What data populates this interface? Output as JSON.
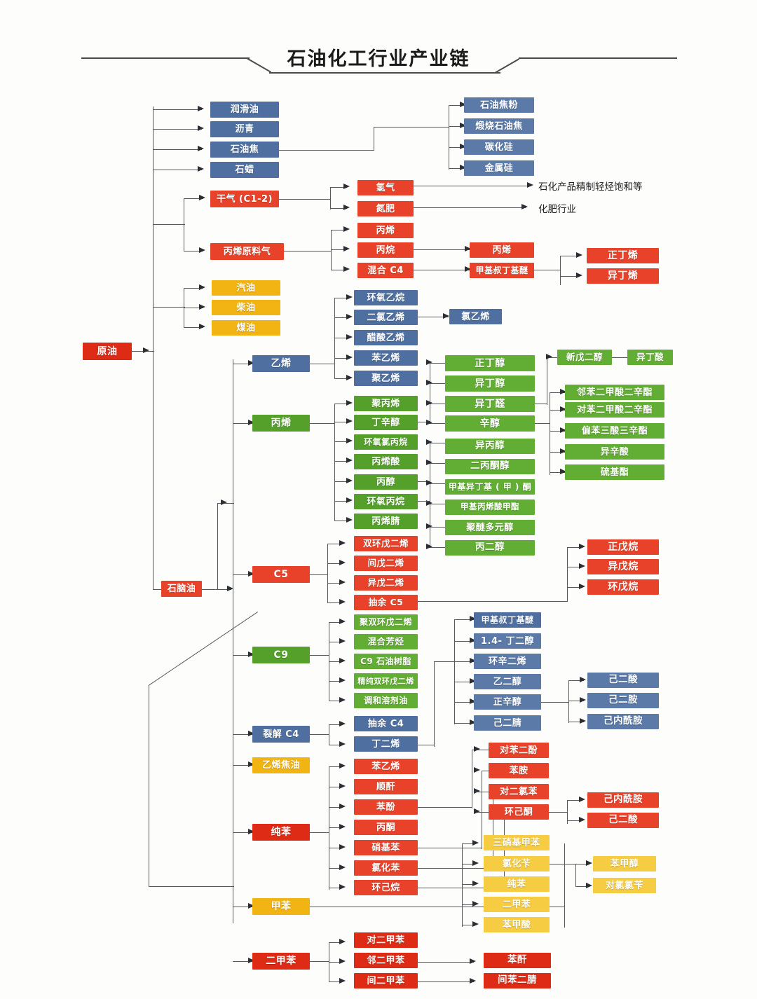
{
  "title": "石油化工行业产业链",
  "roots": {
    "crude_oil": "原油",
    "naphtha": "石脑油"
  },
  "annotations": [
    {
      "text": "石化产品精制轻烃饱和等"
    },
    {
      "text": "化肥行业"
    }
  ],
  "refinery_products": {
    "group_blue": [
      "润滑油",
      "沥青",
      "石油焦",
      "石蜡"
    ],
    "petcoke_downstream": [
      "石油焦粉",
      "煅烧石油焦",
      "碳化硅",
      "金属硅"
    ],
    "gases": [
      "干气 (C1-2)",
      "丙烯原料气"
    ],
    "dry_gas_products": [
      "氢气",
      "氮肥"
    ],
    "propylene_feed_products": [
      "丙烯",
      "丙烷",
      "混合 C4"
    ],
    "c4_second": [
      "丙烯",
      "甲基叔丁基醚"
    ],
    "butene": [
      "正丁烯",
      "异丁烯"
    ],
    "fuels": [
      "汽油",
      "柴油",
      "煤油"
    ]
  },
  "ethylene": {
    "label": "乙烯",
    "products": [
      "环氧乙烷",
      "二氯乙烯",
      "醋酸乙烯",
      "苯乙烯",
      "聚乙烯"
    ],
    "vinyl_chloride": "氯乙烯"
  },
  "propylene": {
    "label": "丙烯",
    "products": [
      "聚丙烯",
      "丁辛醇",
      "环氧氯丙烷",
      "丙烯酸",
      "丙醇",
      "环氧丙烷",
      "丙烯腈"
    ],
    "octanol_group": [
      "正丁醇",
      "异丁醇",
      "异丁醛",
      "辛醇"
    ],
    "propanol_group": [
      "异丙醇",
      "二丙酮醇",
      "甲基异丁基 ( 甲 ) 酮",
      "甲基丙烯酸甲酯",
      "聚醚多元醇",
      "丙二醇"
    ],
    "neopentyl": [
      "新戊二醇",
      "异丁酸"
    ],
    "esters": [
      "邻苯二甲酸二辛酯",
      "对苯二甲酸二辛酯",
      "偏苯三酸三辛酯",
      "异辛酸",
      "硫基酯"
    ]
  },
  "c5": {
    "label": "C5",
    "products": [
      "双环戊二烯",
      "间戊二烯",
      "异戊二烯",
      "抽余 C5"
    ],
    "raffinate_products": [
      "正戊烷",
      "异戊烷",
      "环戊烷"
    ]
  },
  "c9": {
    "label": "C9",
    "products": [
      "聚双环戊二烯",
      "混合芳烃",
      "C9 石油树脂",
      "精纯双环戊二烯",
      "调和溶剂油"
    ]
  },
  "cracked_c4": {
    "label": "裂解 C4",
    "products": [
      "抽余 C4",
      "丁二烯"
    ],
    "butadiene_products": [
      "甲基叔丁基醚",
      "1.4- 丁二醇",
      "环辛二烯",
      "乙二醇",
      "正辛醇",
      "己二腈"
    ],
    "final": [
      "己二酸",
      "己二胺",
      "己内酰胺"
    ]
  },
  "ethylene_tar": {
    "label": "乙烯焦油"
  },
  "benzene": {
    "label": "纯苯",
    "products": [
      "苯乙烯",
      "顺酐",
      "苯酚",
      "丙酮",
      "硝基苯",
      "氯化苯",
      "环己烷"
    ],
    "downstream": [
      "对苯二酚",
      "苯胺",
      "对二氯苯",
      "环己酮"
    ],
    "final": [
      "己内酰胺",
      "己二酸"
    ]
  },
  "toluene": {
    "label": "甲苯",
    "products": [
      "三硝基甲苯",
      "氯化苄",
      "纯苯",
      "二甲苯",
      "苯甲酸"
    ],
    "benzyl_products": [
      "苯甲醇",
      "对氯氯苄"
    ]
  },
  "xylene": {
    "label": "二甲苯",
    "products": [
      "对二甲苯",
      "邻二甲苯",
      "间二甲苯"
    ],
    "downstream": [
      "苯酐",
      "间苯二腈"
    ]
  },
  "colors": {
    "blue": "#4e6fa0",
    "red": "#e8432a",
    "green": "#54a02a",
    "gold": "#f2b413",
    "line": "#55595c"
  }
}
